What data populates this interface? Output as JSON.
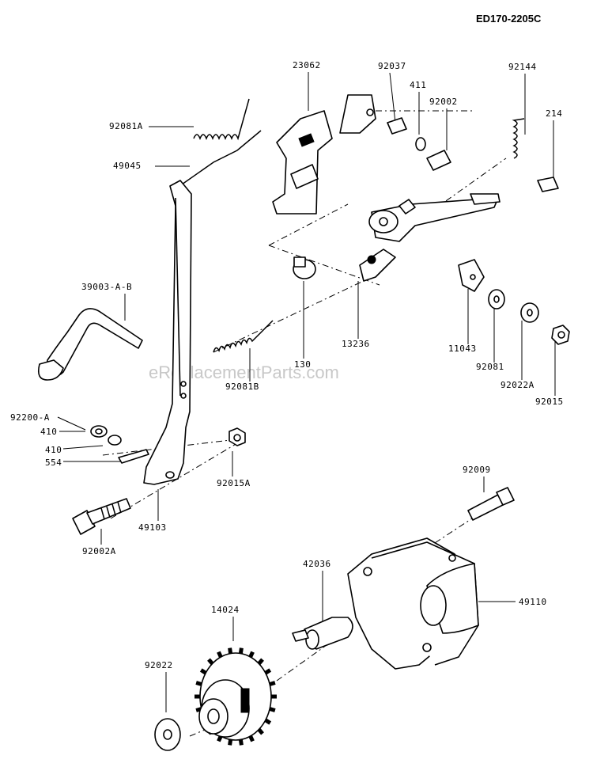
{
  "drawing_code": "ED170-2205C",
  "watermark": "eReplacementParts.com",
  "parts": [
    {
      "key": "p23062",
      "label": "23062"
    },
    {
      "key": "p92037",
      "label": "92037"
    },
    {
      "key": "p92144",
      "label": "92144"
    },
    {
      "key": "p411",
      "label": "411"
    },
    {
      "key": "p92002",
      "label": "92002"
    },
    {
      "key": "p214",
      "label": "214"
    },
    {
      "key": "p92081A",
      "label": "92081A"
    },
    {
      "key": "p49045",
      "label": "49045"
    },
    {
      "key": "p39003",
      "label": "39003-A-B"
    },
    {
      "key": "p13236",
      "label": "13236"
    },
    {
      "key": "p130",
      "label": "130"
    },
    {
      "key": "p11043",
      "label": "11043"
    },
    {
      "key": "p92081",
      "label": "92081"
    },
    {
      "key": "p92022A",
      "label": "92022A"
    },
    {
      "key": "p92015",
      "label": "92015"
    },
    {
      "key": "p92081B",
      "label": "92081B"
    },
    {
      "key": "p92200A",
      "label": "92200-A"
    },
    {
      "key": "p410a",
      "label": "410"
    },
    {
      "key": "p410b",
      "label": "410"
    },
    {
      "key": "p554",
      "label": "554"
    },
    {
      "key": "p92015A",
      "label": "92015A"
    },
    {
      "key": "p92002A",
      "label": "92002A"
    },
    {
      "key": "p49103",
      "label": "49103"
    },
    {
      "key": "p92009",
      "label": "92009"
    },
    {
      "key": "p42036",
      "label": "42036"
    },
    {
      "key": "p49110",
      "label": "49110"
    },
    {
      "key": "p14024",
      "label": "14024"
    },
    {
      "key": "p92022",
      "label": "92022"
    }
  ]
}
